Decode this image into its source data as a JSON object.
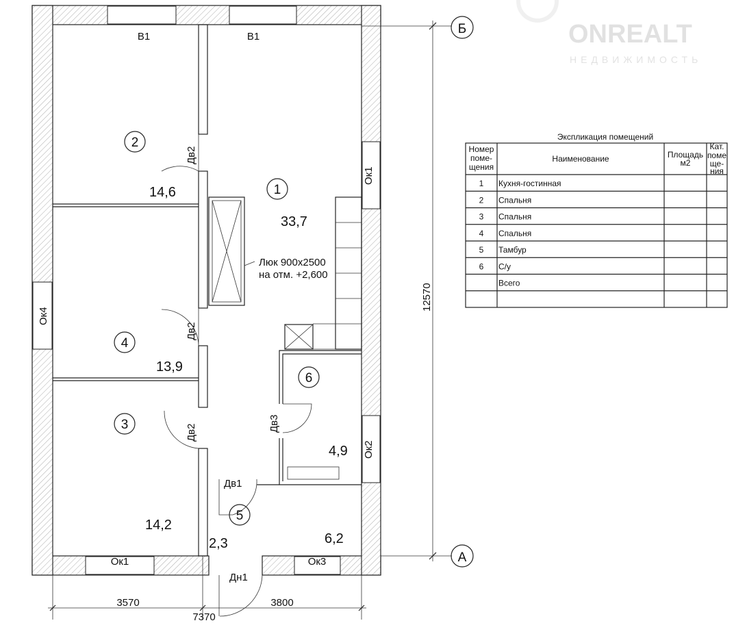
{
  "logo": {
    "name": "ONREALT",
    "subtitle": "НЕДВИЖИМОСТЬ"
  },
  "rooms": [
    {
      "num": "1",
      "area": "33,7"
    },
    {
      "num": "2",
      "area": "14,6"
    },
    {
      "num": "3",
      "area": "14,2"
    },
    {
      "num": "4",
      "area": "13,9"
    },
    {
      "num": "5",
      "area": "2,3"
    },
    {
      "num": "6",
      "area": "4,9"
    },
    {
      "area_extra": "6,2"
    }
  ],
  "windows": {
    "v1a": "В1",
    "v1b": "В1",
    "ok1_right": "Ок1",
    "ok2": "Ок2",
    "ok4": "Ок4",
    "ok1_bottom": "Ок1",
    "ok3": "Ок3"
  },
  "doors": {
    "dv2a": "Дв2",
    "dv2b": "Дв2",
    "dv2c": "Дв2",
    "dv3": "Дв3",
    "dv1": "Дв1",
    "dn1": "Дн1"
  },
  "hatch_note": {
    "line1": "Люк  900х2500",
    "line2": "на отм. +2,600"
  },
  "axes": {
    "top": "Б",
    "bottom": "А"
  },
  "dimensions": {
    "vertical": "12570",
    "left": "3570",
    "right": "3800",
    "total": "7370"
  },
  "table": {
    "title": "Экспликация помещений",
    "headers": {
      "num": [
        "Номер",
        "поме-",
        "щения"
      ],
      "name": "Наименование",
      "area": [
        "Площадь",
        "м2"
      ],
      "cat": [
        "Кат.",
        "поме",
        "ще-",
        "ния"
      ]
    },
    "rows": [
      {
        "num": "1",
        "name": "Кухня-гостинная"
      },
      {
        "num": "2",
        "name": "Спальня"
      },
      {
        "num": "3",
        "name": "Спальня"
      },
      {
        "num": "4",
        "name": "Спальня"
      },
      {
        "num": "5",
        "name": "Тамбур"
      },
      {
        "num": "6",
        "name": "С/у"
      },
      {
        "num": "",
        "name": "Всего"
      },
      {
        "num": "",
        "name": ""
      }
    ]
  }
}
